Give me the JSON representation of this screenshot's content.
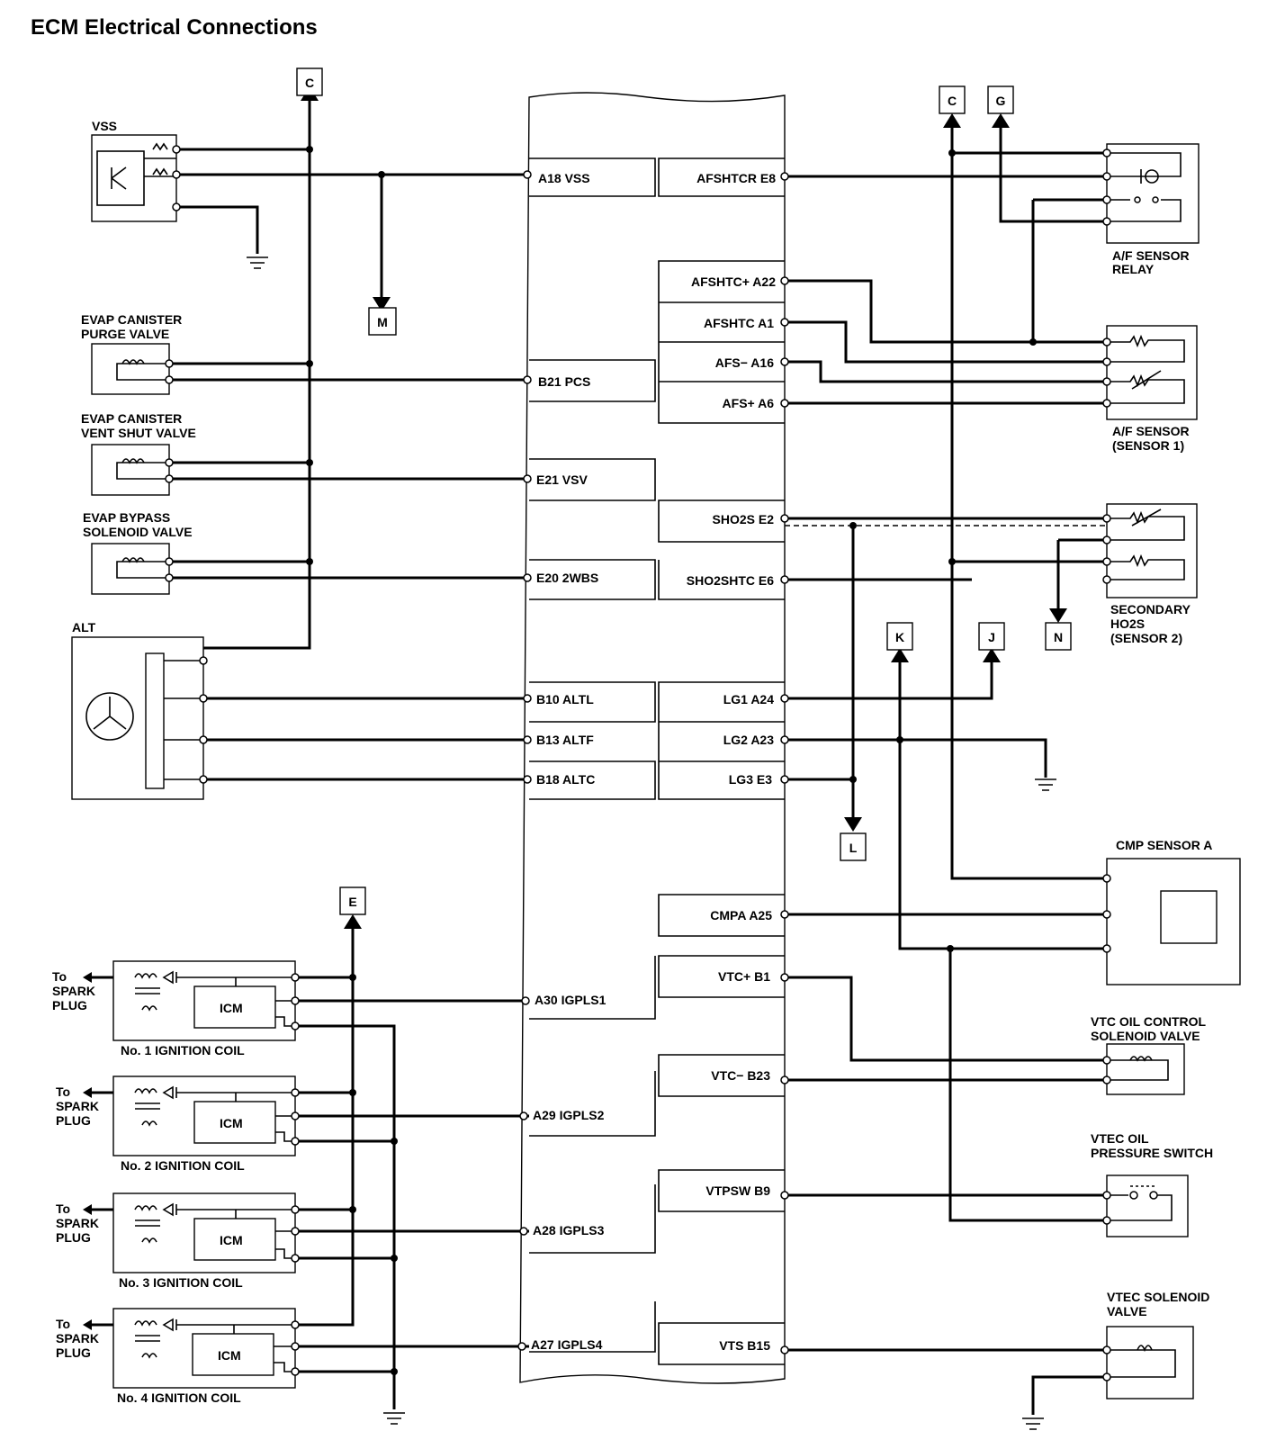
{
  "title": "ECM Electrical Connections",
  "components": {
    "vss": "VSS",
    "evap_purge": [
      "EVAP CANISTER",
      "PURGE VALVE"
    ],
    "evap_vent": [
      "EVAP CANISTER",
      "VENT SHUT VALVE"
    ],
    "evap_bypass": [
      "EVAP BYPASS",
      "SOLENOID VALVE"
    ],
    "alt": "ALT",
    "af_relay": [
      "A/F SENSOR",
      "RELAY"
    ],
    "af_sensor": [
      "A/F SENSOR",
      "(SENSOR 1)"
    ],
    "secondary_ho2s": [
      "SECONDARY",
      "HO2S",
      "(SENSOR 2)"
    ],
    "cmp_sensor": "CMP SENSOR A",
    "vtc_valve": [
      "VTC OIL CONTROL",
      "SOLENOID VALVE"
    ],
    "vtec_switch": [
      "VTEC OIL",
      "PRESSURE SWITCH"
    ],
    "vtec_valve": [
      "VTEC SOLENOID",
      "VALVE"
    ],
    "coils": [
      "No. 1 IGNITION COIL",
      "No. 2 IGNITION COIL",
      "No. 3 IGNITION COIL",
      "No. 4 IGNITION COIL"
    ],
    "icm": "ICM",
    "spark": [
      "To",
      "SPARK",
      "PLUG"
    ]
  },
  "ecm_left_pins": [
    "A18 VSS",
    "B21 PCS",
    "E21 VSV",
    "E20 2WBS",
    "B10 ALTL",
    "B13 ALTF",
    "B18 ALTC",
    "A30 IGPLS1",
    "A29 IGPLS2",
    "A28 IGPLS3",
    "A27 IGPLS4"
  ],
  "ecm_right_pins": [
    "AFSHTCR E8",
    "AFSHTC+ A22",
    "AFSHTC A1",
    "AFS− A16",
    "AFS+ A6",
    "SHO2S E2",
    "SHO2SHTC E6",
    "LG1 A24",
    "LG2 A23",
    "LG3 E3",
    "CMPA A25",
    "VTC+ B1",
    "VTC− B23",
    "VTPSW B9",
    "VTS B15"
  ],
  "connectors": {
    "c_left": "C",
    "c_right": "C",
    "g": "G",
    "m": "M",
    "k": "K",
    "j": "J",
    "n": "N",
    "l": "L",
    "e": "E"
  }
}
